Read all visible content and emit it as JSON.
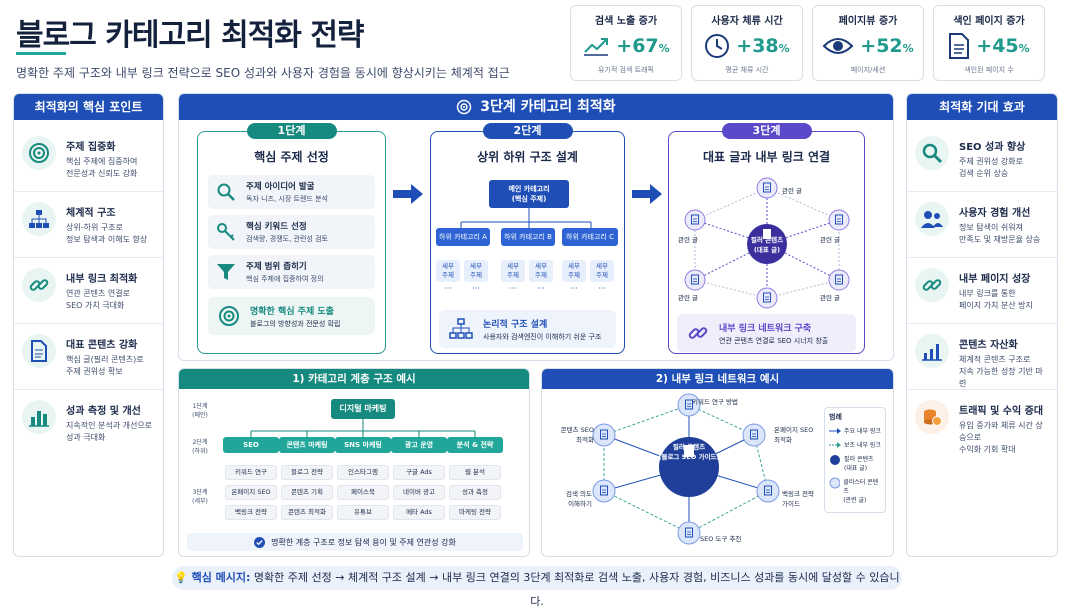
{
  "header": {
    "title": "블로그 카테고리 최적화 전략",
    "subtitle": "명확한 주제 구조와 내부 링크 전략으로 SEO 성과와 사용자 경험을 동시에 향상시키는 체계적 접근"
  },
  "stats": [
    {
      "label": "검색 노출 증가",
      "value": "+67",
      "unit": "%",
      "note": "유기적 검색 트래픽",
      "icon": "trend-up-icon"
    },
    {
      "label": "사용자 체류 시간",
      "value": "+38",
      "unit": "%",
      "note": "평균 체류 시간",
      "icon": "clock-icon"
    },
    {
      "label": "페이지뷰 증가",
      "value": "+52",
      "unit": "%",
      "note": "페이지/세션",
      "icon": "eye-icon"
    },
    {
      "label": "색인 페이지 증가",
      "value": "+45",
      "unit": "%",
      "note": "색인된 페이지 수",
      "icon": "document-icon"
    }
  ],
  "left_panel": {
    "title": "최적화의 핵심 포인트",
    "items": [
      {
        "title": "주제 집중화",
        "desc1": "핵심 주제에 집중하여",
        "desc2": "전문성과 신뢰도 강화",
        "icon": "target-icon"
      },
      {
        "title": "체계적 구조",
        "desc1": "상위-하위 구조로",
        "desc2": "정보 탐색과 이해도 향상",
        "icon": "hierarchy-icon"
      },
      {
        "title": "내부 링크 최적화",
        "desc1": "연관 콘텐츠 연결로",
        "desc2": "SEO 가치 극대화",
        "icon": "link-icon"
      },
      {
        "title": "대표 콘텐츠 강화",
        "desc1": "핵심 글(필러 콘텐츠)로",
        "desc2": "주제 권위성 확보",
        "icon": "document-icon"
      },
      {
        "title": "성과 측정 및 개선",
        "desc1": "지속적인 분석과 개선으로",
        "desc2": "성과 극대화",
        "icon": "bar-chart-icon"
      }
    ]
  },
  "right_panel": {
    "title": "최적화 기대 효과",
    "items": [
      {
        "title": "SEO 성과 향상",
        "desc1": "주제 권위성 강화로",
        "desc2": "검색 순위 상승",
        "icon": "search-icon"
      },
      {
        "title": "사용자 경험 개선",
        "desc1": "정보 탐색이 쉬워져",
        "desc2": "만족도 및 재방문율 상승",
        "icon": "users-icon"
      },
      {
        "title": "내부 페이지 성장",
        "desc1": "내부 링크를 통한",
        "desc2": "페이지 가치 분산 방지",
        "icon": "link-icon"
      },
      {
        "title": "콘텐츠 자산화",
        "desc1": "체계적 콘텐츠 구조로",
        "desc2": "지속 가능한 성장 기반 마련",
        "icon": "growth-chart-icon"
      },
      {
        "title": "트래픽 및 수익 증대",
        "desc1": "유입 증가와 체류 시간 상승으로",
        "desc2": "수익화 기회 확대",
        "icon": "coins-icon"
      }
    ]
  },
  "center": {
    "title": "3단계 카테고리 최적화",
    "stage1": {
      "badge": "1단계",
      "title": "핵심 주제 선정",
      "items": [
        {
          "title": "주제 아이디어 발굴",
          "desc": "독자 니즈, 시장 트렌드 분석",
          "icon": "search-icon"
        },
        {
          "title": "핵심 키워드 선정",
          "desc": "검색량, 경쟁도, 관련성 검토",
          "icon": "key-icon"
        },
        {
          "title": "주제 범위 좁히기",
          "desc": "핵심 주제에 집중하여 정의",
          "icon": "funnel-icon"
        }
      ],
      "footer_title": "명확한 핵심 주제 도출",
      "footer_desc": "블로그의 방향성과 전문성 확립"
    },
    "stage2": {
      "badge": "2단계",
      "title": "상위 하위 구조 설계",
      "main_category": "메인 카테고리",
      "main_category_sub": "(핵심 주제)",
      "sub_categories": [
        "하위 카테고리 A",
        "하위 카테고리 B",
        "하위 카테고리 C"
      ],
      "detail_label": "세부",
      "detail_label2": "주제",
      "ellipsis": "···",
      "footer_title": "논리적 구조 설계",
      "footer_desc": "사용자와 검색엔진이 이해하기 쉬운 구조"
    },
    "stage3": {
      "badge": "3단계",
      "title": "대표 글과 내부 링크 연결",
      "hub_title": "필러 콘텐츠",
      "hub_sub": "(대표 글)",
      "related_label": "관련 글",
      "footer_title": "내부 링크 네트워크 구축",
      "footer_desc": "연관 콘텐츠 연결로 SEO 시너지 창출"
    }
  },
  "hierarchy": {
    "title": "1) 카테고리 계층 구조 예시",
    "levels": [
      {
        "name": "1단계",
        "sub": "(메인)"
      },
      {
        "name": "2단계",
        "sub": "(하위)"
      },
      {
        "name": "3단계",
        "sub": "(세부)"
      }
    ],
    "root": "디지털 마케팅",
    "columns": [
      {
        "name": "SEO",
        "items": [
          "키워드 연구",
          "온페이지 SEO",
          "백링크 전략"
        ]
      },
      {
        "name": "콘텐츠 마케팅",
        "items": [
          "블로그 전략",
          "콘텐츠 기획",
          "콘텐츠 최적화"
        ]
      },
      {
        "name": "SNS 마케팅",
        "items": [
          "인스타그램",
          "페이스북",
          "유튜브"
        ]
      },
      {
        "name": "광고 운영",
        "items": [
          "구글 Ads",
          "네이버 광고",
          "메타 Ads"
        ]
      },
      {
        "name": "분석 & 전략",
        "items": [
          "웹 분석",
          "성과 측정",
          "마케팅 전략"
        ]
      }
    ],
    "footer": "명확한 계층 구조로 정보 탐색 용이 및 주제 연관성 강화"
  },
  "network": {
    "title": "2) 내부 링크 네트워크 예시",
    "hub_title": "필러 콘텐츠",
    "hub_sub": "(블로그 SEO 가이드)",
    "nodes": [
      {
        "label1": "키워드 연구 방법",
        "label2": ""
      },
      {
        "label1": "온페이지 SEO",
        "label2": "최적화"
      },
      {
        "label1": "백링크 전략",
        "label2": "가이드"
      },
      {
        "label1": "SEO 도구 추천",
        "label2": ""
      },
      {
        "label1": "검색 의도",
        "label2": "이해하기"
      },
      {
        "label1": "콘텐츠 SEO",
        "label2": "최적화"
      }
    ],
    "legend": {
      "title": "범례",
      "items": [
        {
          "label": "주요 내부 링크",
          "type": "solid-arrow"
        },
        {
          "label": "보조 내부 링크",
          "type": "dashed-arrow"
        },
        {
          "label": "필러 콘텐츠",
          "label2": "(대표 글)",
          "type": "hub"
        },
        {
          "label": "클러스터 콘텐츠",
          "label2": "(관련 글)",
          "type": "cluster"
        }
      ]
    }
  },
  "bottom_message": {
    "icon": "lightbulb-icon",
    "label": "핵심 메시지:",
    "text": "명확한 주제 선정 → 체계적 구조 설계 → 내부 링크 연결의 3단계 최적화로 검색 노출, 사용자 경험, 비즈니스 성과를 동시에 달성할 수 있습니다."
  },
  "colors": {
    "navy": "#1f4fb6",
    "teal": "#168a7e",
    "accent": "#20a79a",
    "purple": "#5a49c9"
  }
}
